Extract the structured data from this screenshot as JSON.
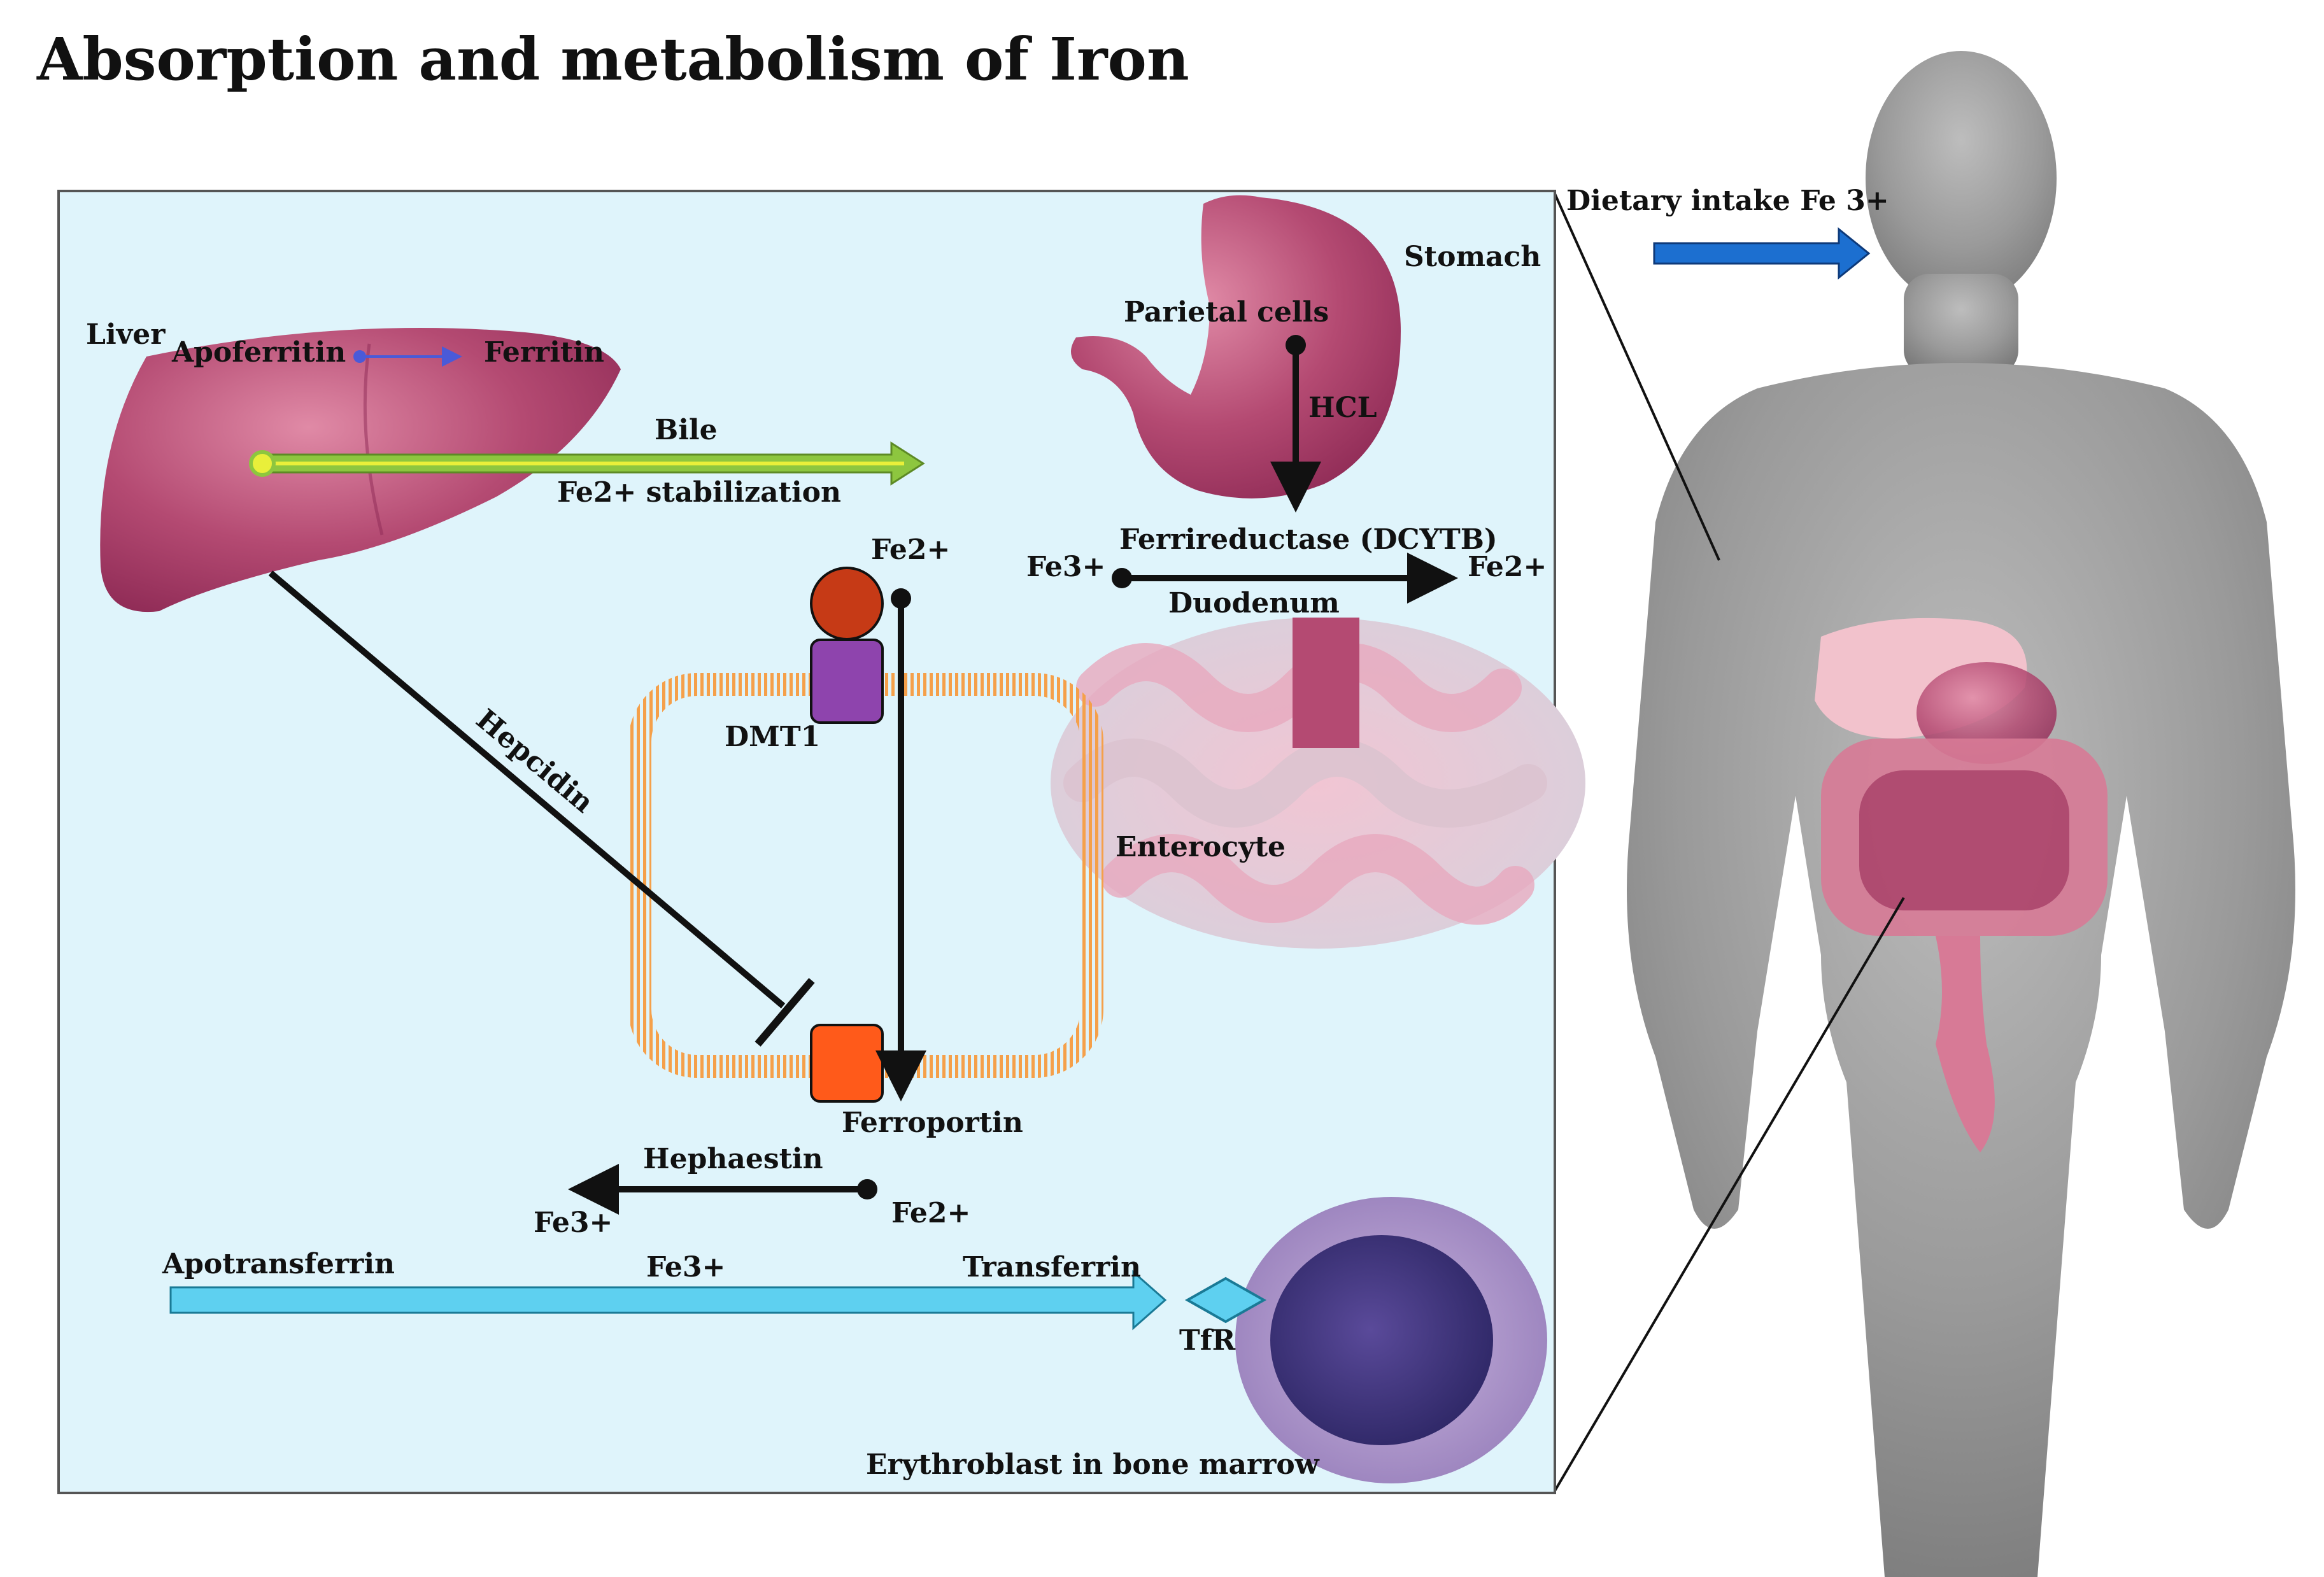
{
  "title": "Absorption and metabolism of Iron",
  "labels": {
    "liver": "Liver",
    "apoferritin": "Apoferritin",
    "ferritin": "Ferritin",
    "bile": "Bile",
    "fe2_stabilization": "Fe2+ stabilization",
    "stomach": "Stomach",
    "parietal_cells": "Parietal cells",
    "hcl": "HCL",
    "ferrireductase": "Ferrireductase (DCYTB)",
    "fe3_left": "Fe3+",
    "fe2_right": "Fe2+",
    "duodenum": "Duodenum",
    "fe2_top": "Fe2+",
    "dmt1": "DMT1",
    "hepcidin": "Hepcidin",
    "enterocyte": "Enterocyte",
    "ferroportin": "Ferroportin",
    "hephaestin": "Hephaestin",
    "fe3_heph": "Fe3+",
    "fe2_heph": "Fe2+",
    "apotransferrin": "Apotransferrin",
    "fe3_transfer": "Fe3+",
    "transferrin": "Transferrin",
    "tfr": "TfR",
    "erythroblast": "Erythroblast in bone marrow",
    "dietary_intake": "Dietary intake Fe 3+"
  },
  "colors": {
    "panel_bg": "#dff4fb",
    "organ": "#b44a72",
    "organ_dark": "#8e2a55",
    "bile_green": "#8dc63f",
    "transfer_cyan": "#5ed0f0",
    "dietary_blue": "#1c6fd0",
    "dmt1_red": "#c63a16",
    "dmt1_purple": "#8e44ad",
    "ferroportin_orange": "#ff5a1a",
    "membrane_orange": "#f5a04a",
    "body_gray": "#9a9a9a",
    "erythroblast": "#a18bc4"
  }
}
